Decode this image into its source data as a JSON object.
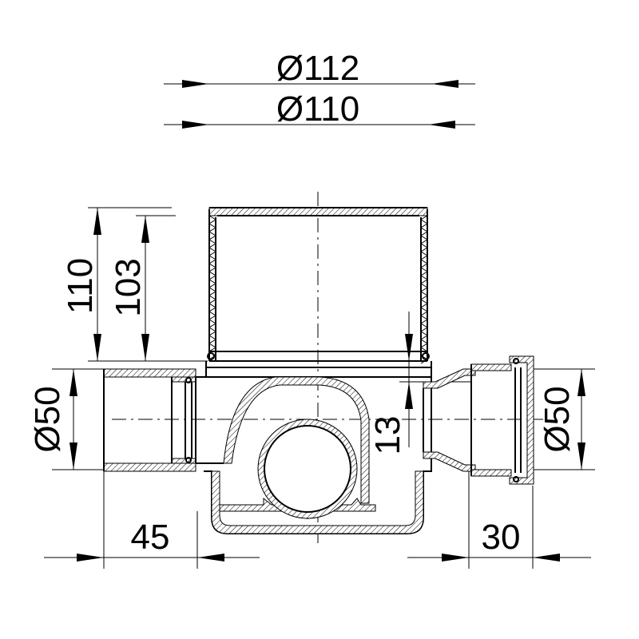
{
  "dimensions": {
    "top_outer_diameter": "Ø112",
    "top_inner_diameter": "Ø110",
    "height_total": "110",
    "height_inner": "103",
    "inlet_diameter": "Ø50",
    "outlet_diameter": "Ø50",
    "outlet_offset": "13",
    "inlet_length": "45",
    "outlet_length": "30"
  },
  "colors": {
    "line": "#000000",
    "background": "#ffffff"
  }
}
